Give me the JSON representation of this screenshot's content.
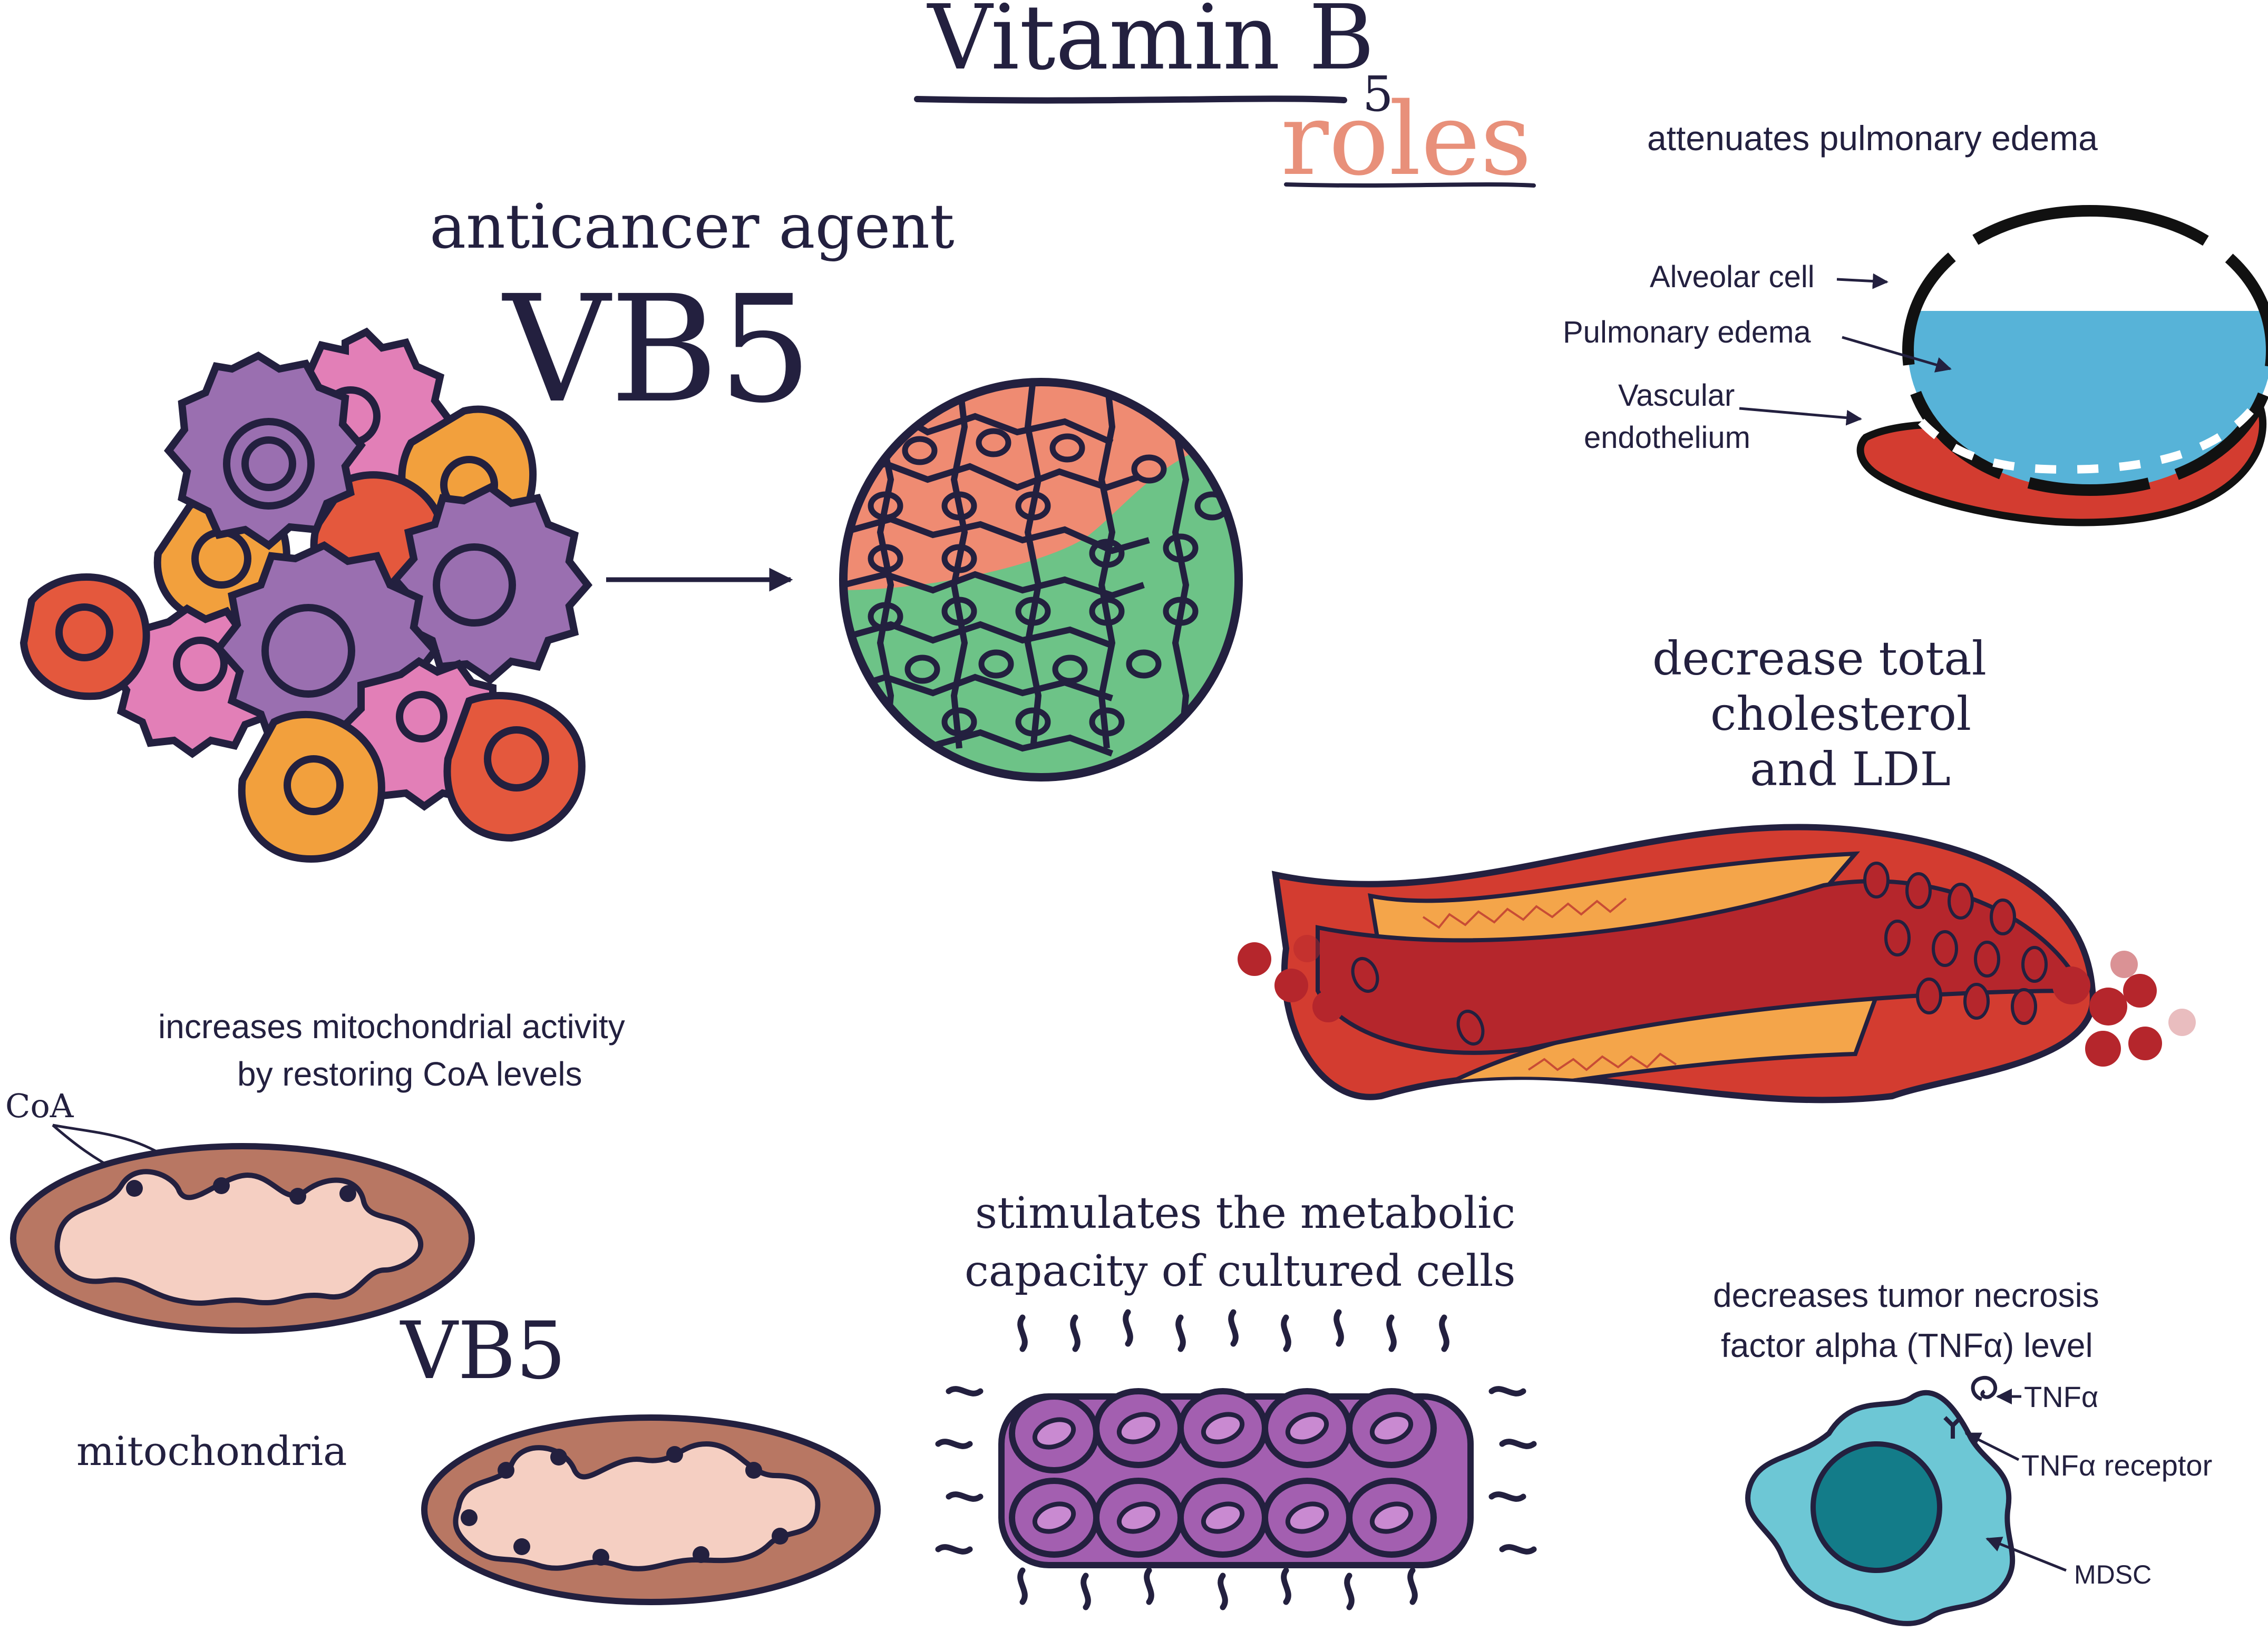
{
  "title": {
    "main": "Vitamin B",
    "subscript": "5",
    "second": "roles"
  },
  "colors": {
    "ink": "#23203f",
    "title_accent": "#e8907a",
    "cancer_purple": "#9a6fb0",
    "cancer_pink": "#e27fb7",
    "cancer_orange": "#f2a03d",
    "cancer_red": "#e4583d",
    "healthy_salmon": "#ef8b72",
    "healthy_green": "#6dc387",
    "edema_blue": "#57b3d8",
    "vessel_red": "#d33c30",
    "vessel_dark": "#b5262c",
    "plaque_orange": "#f4a54a",
    "mito_brown": "#b87763",
    "mito_inner": "#f5cfc2",
    "cultured_purple": "#a35fb0",
    "mdsc_cyan": "#6dc7d5",
    "mdsc_nucleus": "#137c89"
  },
  "anticancer": {
    "heading": "anticancer agent",
    "label": "VB5"
  },
  "pulmonary": {
    "heading": "attenuates pulmonary edema",
    "labels": {
      "alveolar": "Alveolar cell",
      "edema": "Pulmonary edema",
      "vascular_line1": "Vascular",
      "vascular_line2": "endothelium"
    }
  },
  "cholesterol": {
    "line1": "decrease total",
    "line2": "cholesterol",
    "line3": "and LDL"
  },
  "mitochondria": {
    "heading_line1": "increases mitochondrial  activity",
    "heading_line2": "by restoring CoA levels",
    "coa_label": "CoA",
    "vb5_label": "VB5",
    "organelle_label": "mitochondria"
  },
  "metabolic": {
    "line1": "stimulates the metabolic",
    "line2": "capacity of cultured cells"
  },
  "tnf": {
    "heading_line1": "decreases tumor necrosis",
    "heading_line2": "factor alpha (TNFα) level",
    "tnf_label": "TNFα",
    "receptor_label": "TNFα receptor",
    "mdsc_label": "MDSC"
  }
}
